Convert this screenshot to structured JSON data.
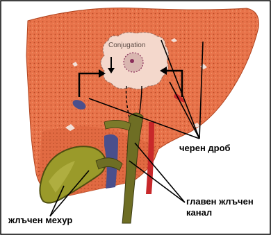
{
  "diagram": {
    "labels": {
      "conjugation": "Conjugation",
      "liver": "черен дроб",
      "bile_duct_line1": "главен жлъчен",
      "bile_duct_line2": "канал",
      "gallbladder": "жлъчен мехур"
    },
    "colors": {
      "liver": "#e8734a",
      "liver_dark": "#c5502e",
      "gallbladder": "#9a9a2a",
      "bile_duct": "#6e6e24",
      "vein": "#4a4f8c",
      "artery": "#c8282a",
      "cell": "#f4d8cc"
    }
  }
}
